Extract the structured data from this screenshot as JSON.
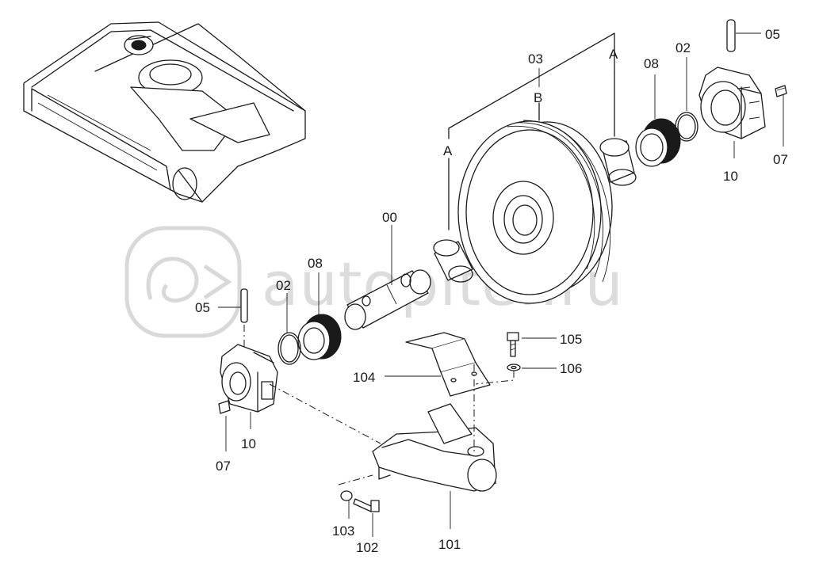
{
  "watermark": {
    "text": "autopiter.ru"
  },
  "callouts": {
    "c00": "00",
    "c02a": "02",
    "c02b": "02",
    "c03": "03",
    "c05a": "05",
    "c05b": "05",
    "c07a": "07",
    "c07b": "07",
    "c08a": "08",
    "c08b": "08",
    "c10a": "10",
    "c10b": "10",
    "c101": "101",
    "c102": "102",
    "c103": "103",
    "c104": "104",
    "c105": "105",
    "c106": "106"
  },
  "sections": {
    "A1": "A",
    "A2": "A",
    "B": "B"
  }
}
